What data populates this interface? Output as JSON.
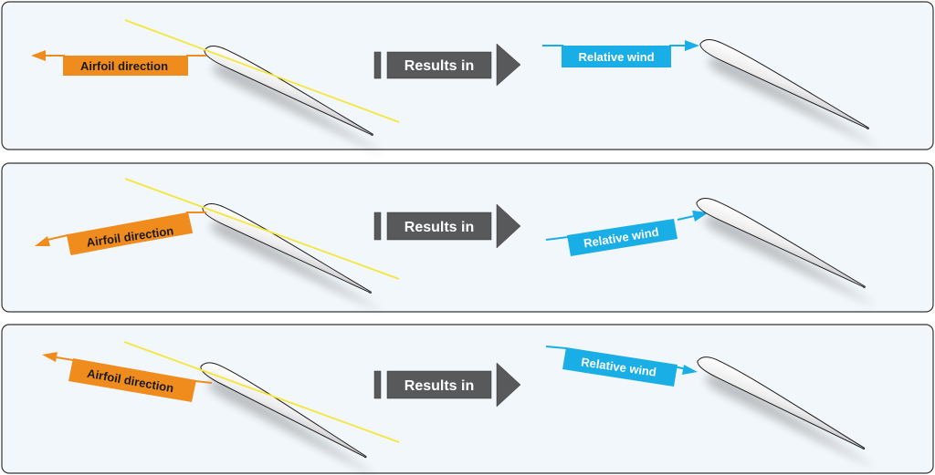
{
  "panels": [
    {
      "airfoil_direction_label": "Airfoil direction",
      "results_label": "Results in",
      "relative_wind_label": "Relative wind"
    },
    {
      "airfoil_direction_label": "Airfoil direction",
      "results_label": "Results in",
      "relative_wind_label": "Relative wind"
    },
    {
      "airfoil_direction_label": "Airfoil direction",
      "results_label": "Results in",
      "relative_wind_label": "Relative wind"
    }
  ],
  "colors": {
    "panel_bg": "#f2f7fb",
    "panel_border": "#333333",
    "airfoil_direction": "#f08c1e",
    "relative_wind": "#1aaee6",
    "chord_line": "#f5e63c",
    "results_arrow": "#58595b"
  }
}
